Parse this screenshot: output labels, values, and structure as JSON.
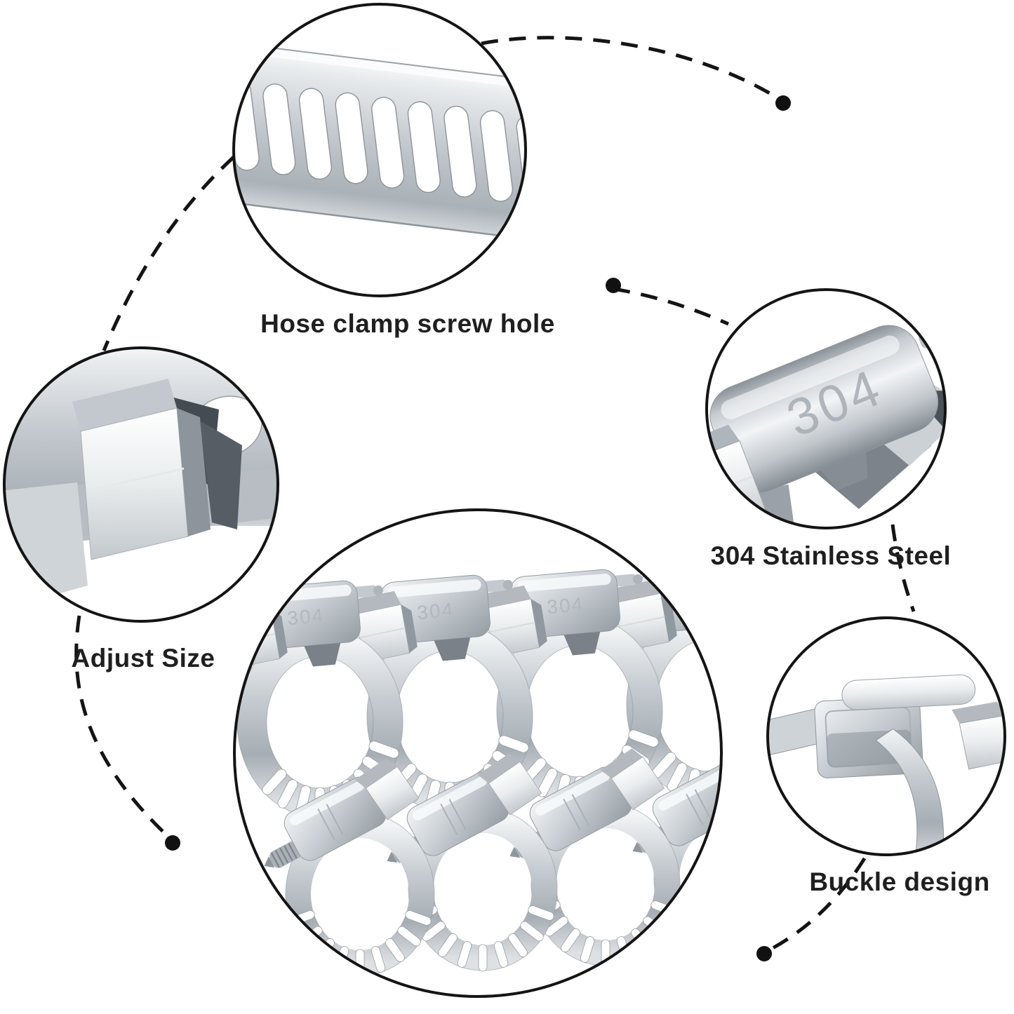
{
  "diagram": {
    "type": "product-feature-callout-diagram",
    "background": "#ffffff",
    "outline_color": "#141414",
    "label_color": "#1f1f1f",
    "metal_light": "#f2f4f5",
    "metal_mid": "#c6ccd1",
    "metal_dark": "#8f969c"
  },
  "product": {
    "marking": "304",
    "large_clamp_count": 4,
    "small_clamp_count": 4
  },
  "callouts": [
    {
      "id": "screw-hole",
      "label": "Hose clamp screw hole"
    },
    {
      "id": "adjust-size",
      "label": "Adjust Size"
    },
    {
      "id": "stainless-steel",
      "label": "304 Stainless Steel"
    },
    {
      "id": "buckle-design",
      "label": "Buckle design"
    }
  ]
}
